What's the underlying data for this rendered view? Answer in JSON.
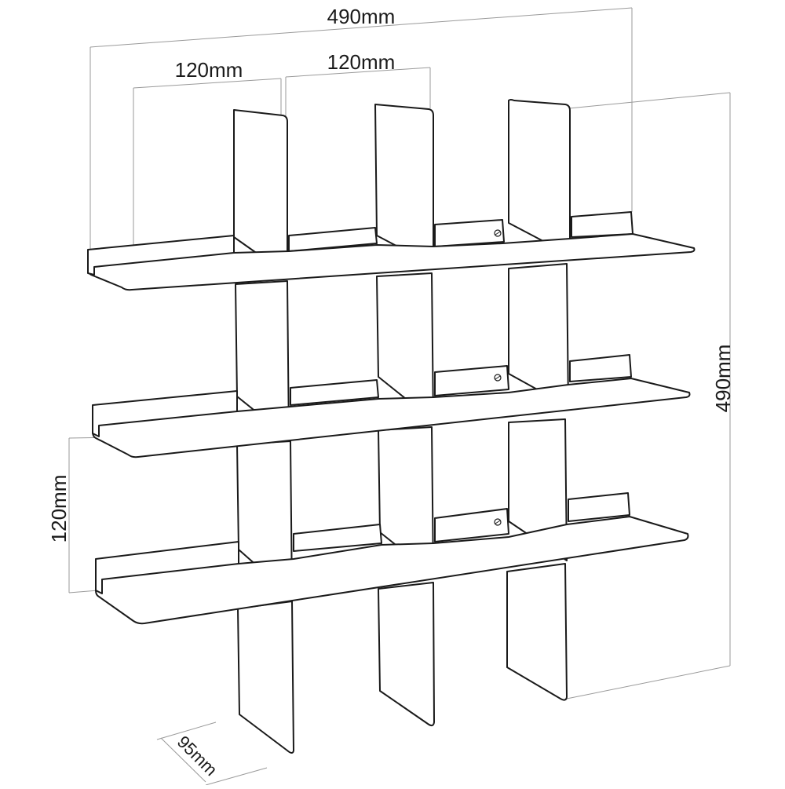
{
  "dimensions": {
    "total_width": "490mm",
    "compartment_width_1": "120mm",
    "compartment_width_2": "120mm",
    "total_height": "490mm",
    "compartment_height": "120mm",
    "depth": "95mm"
  },
  "colors": {
    "outline": "#1a1a1a",
    "dimension_line": "#9a9a9a",
    "fill": "#ffffff"
  }
}
